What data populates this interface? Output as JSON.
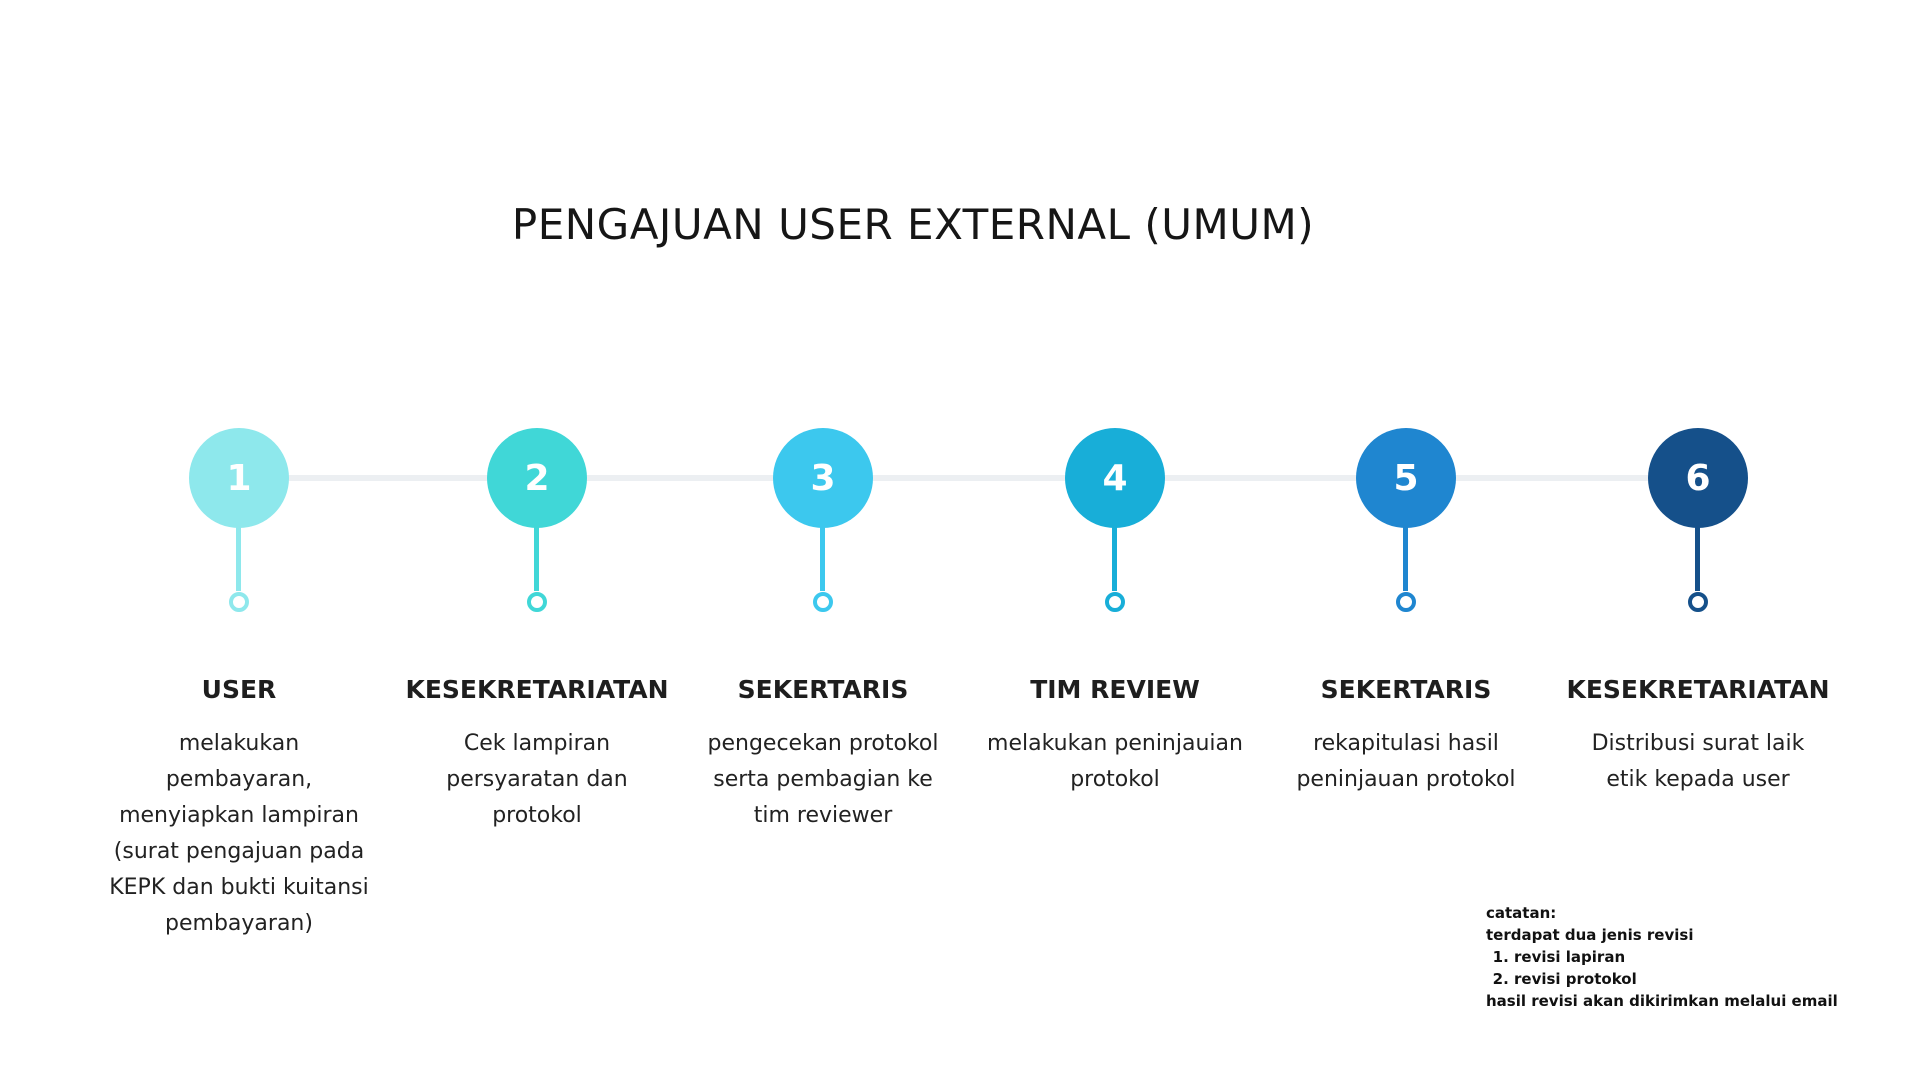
{
  "title": "PENGAJUAN USER EXTERNAL (UMUM)",
  "steps": [
    {
      "number": "1",
      "role": "USER",
      "description": "melakukan pembayaran, menyiapkan lampiran (surat pengajuan pada KEPK dan bukti kuitansi pembayaran)",
      "color": "#8ee8ec"
    },
    {
      "number": "2",
      "role": "KESEKRETARIATAN",
      "description": "Cek lampiran persyaratan dan protokol",
      "color": "#40d7d7"
    },
    {
      "number": "3",
      "role": "SEKERTARIS",
      "description": "pengecekan protokol serta pembagian ke tim reviewer",
      "color": "#3cc8ee"
    },
    {
      "number": "4",
      "role": "TIM REVIEW",
      "description": "melakukan peninjauian protokol",
      "color": "#18aed8"
    },
    {
      "number": "5",
      "role": "SEKERTARIS",
      "description": "rekapitulasi hasil peninjauan protokol",
      "color": "#1f86d0"
    },
    {
      "number": "6",
      "role": "KESEKRETARIATAN",
      "description": "Distribusi surat laik etik kepada user",
      "color": "#15508a"
    }
  ],
  "note": {
    "heading": "catatan:",
    "intro": "terdapat dua jenis revisi",
    "items": [
      "revisi lapiran",
      "revisi protokol"
    ],
    "footer": "hasil revisi akan dikirimkan melalui email"
  }
}
